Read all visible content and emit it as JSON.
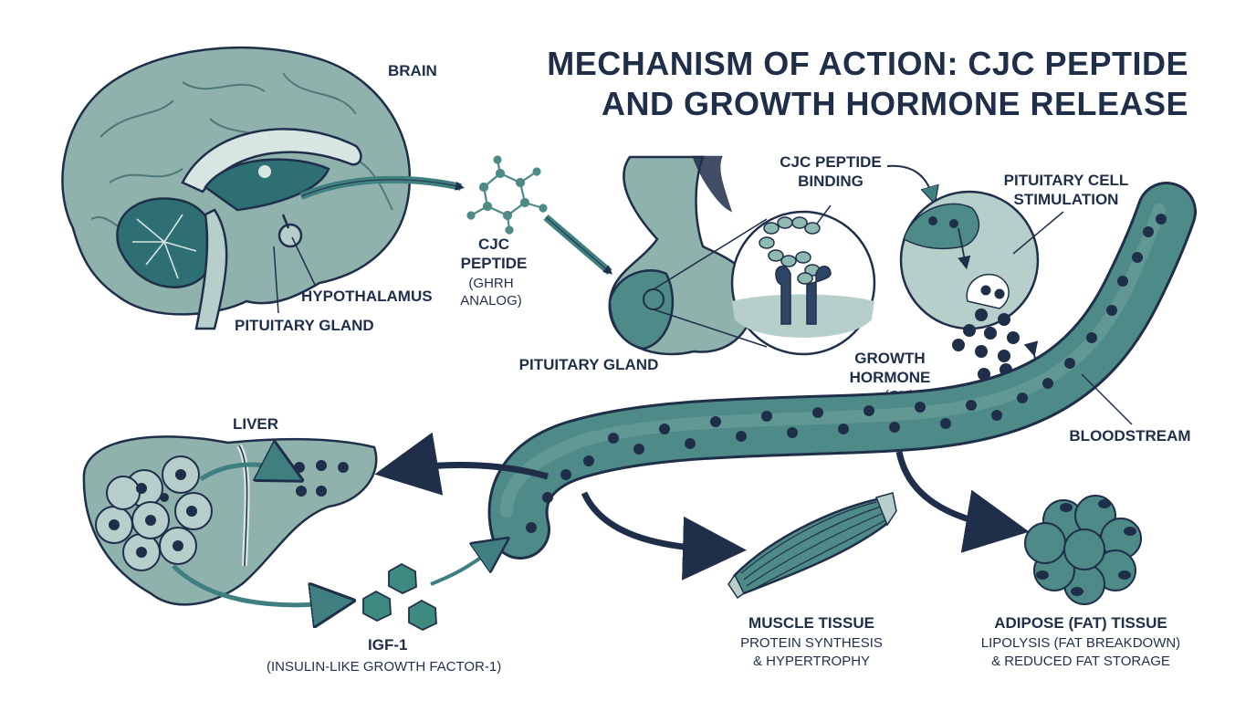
{
  "title": {
    "line1": "MECHANISM OF ACTION: CJC PEPTIDE",
    "line2": "AND GROWTH HORMONE RELEASE"
  },
  "labels": {
    "brain": "BRAIN",
    "hypothalamus": "HYPOTHALAMUS",
    "pituitary_gland_brain": "PITUITARY GLAND",
    "cjc_peptide_line1": "CJC",
    "cjc_peptide_line2": "PEPTIDE",
    "cjc_peptide_sub1": "(GHRH",
    "cjc_peptide_sub2": "ANALOG)",
    "pituitary_gland": "PITUITARY GLAND",
    "cjc_binding_line1": "CJC PEPTIDE",
    "cjc_binding_line2": "BINDING",
    "pituitary_cell_line1": "PITUITARY CELL",
    "pituitary_cell_line2": "STIMULATION",
    "gh_line1": "GROWTH",
    "gh_line2": "HORMONE",
    "gh_sub": "(GH)",
    "bloodstream": "BLOODSTREAM",
    "liver": "LIVER",
    "igf1": "IGF-1",
    "igf1_sub": "(INSULIN-LIKE GROWTH FACTOR-1)",
    "muscle": "MUSCLE TISSUE",
    "muscle_sub1": "PROTEIN SYNTHESIS",
    "muscle_sub2": "& HYPERTROPHY",
    "adipose": "ADIPOSE (FAT) TISSUE",
    "adipose_sub1": "LIPOLYSIS (FAT BREAKDOWN)",
    "adipose_sub2": "& REDUCED FAT STORAGE"
  },
  "colors": {
    "navy": "#1f2f4a",
    "teal_dark": "#2e6f73",
    "teal_mid": "#4d8a88",
    "sage": "#8fb2ad",
    "sage_light": "#b7cfcb",
    "pale": "#d7e6e3"
  }
}
